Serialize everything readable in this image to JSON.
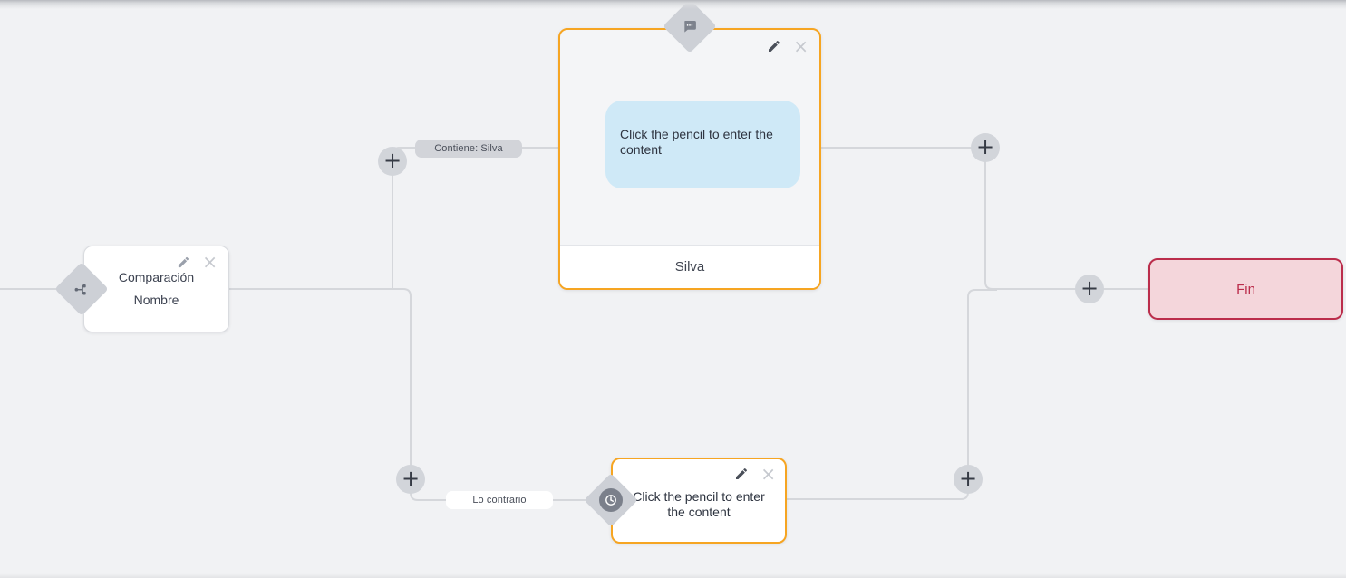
{
  "colors": {
    "background": "#f1f2f4",
    "edge_line": "#d5d7db",
    "active_node_border": "#f6a522",
    "end_node_border": "#bb2d4b",
    "end_node_bg": "#f4d6db",
    "bubble_bg": "#cfe9f7",
    "diamond_bg": "#cdd0d6",
    "pill_gray_bg": "#d2d4d9"
  },
  "nodes": {
    "comparison": {
      "line1": "Comparación",
      "line2": "Nombre"
    },
    "message": {
      "bubble": "Click the pencil to enter the content",
      "footer": "Silva"
    },
    "delay": {
      "text": "Click the pencil to enter the content"
    },
    "end": {
      "label": "Fin"
    }
  },
  "edge_labels": {
    "contains": "Contiene: Silva",
    "otherwise": "Lo contrario"
  },
  "controls": {
    "add": "+",
    "close": "×"
  },
  "icons": [
    "branch-icon",
    "chat-bubble-icon",
    "clock-icon",
    "pencil-icon",
    "close-icon",
    "plus-icon"
  ]
}
